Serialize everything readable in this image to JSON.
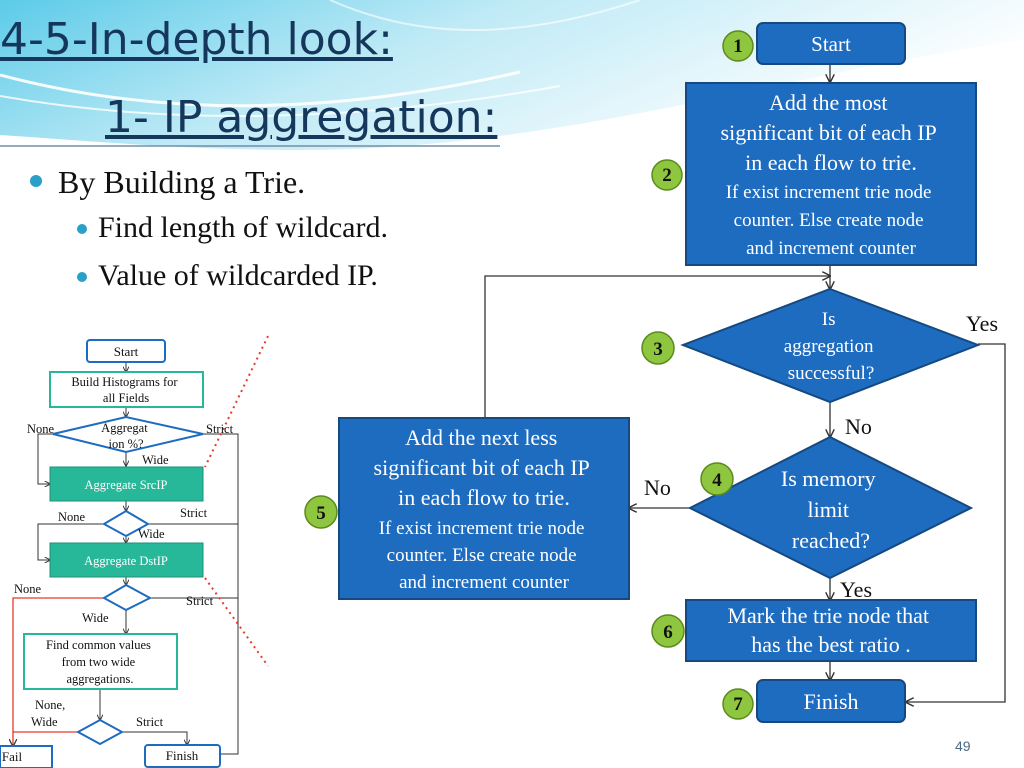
{
  "slide": {
    "title_line1": "4-5-In-depth look:",
    "title_line2": "1- IP aggregation:",
    "bullet_main": "By Building a Trie.",
    "sub_bullets": [
      "Find length of wildcard.",
      "Value of wildcarded IP."
    ],
    "page_number": "49"
  },
  "main_flow": {
    "start": "Start",
    "step2_lines": [
      "Add the most",
      "significant bit of each IP",
      "in each flow to trie."
    ],
    "step2_detail_lines": [
      "If exist increment trie node",
      "counter. Else create node",
      "and increment counter"
    ],
    "decision3_lines": [
      "Is",
      "aggregation",
      "successful?"
    ],
    "decision4_lines": [
      "Is memory",
      "limit",
      "reached?"
    ],
    "step5_lines": [
      "Add the next less",
      "significant bit of each IP",
      "in each flow to trie."
    ],
    "step5_detail_lines": [
      "If exist increment trie node",
      "counter. Else create node",
      "and increment counter"
    ],
    "step6_lines": [
      "Mark the trie node that",
      "has the best ratio ."
    ],
    "finish": "Finish",
    "yes_label": "Yes",
    "no_label": "No",
    "step_numbers": [
      "1",
      "2",
      "3",
      "4",
      "5",
      "6",
      "7"
    ]
  },
  "mini_flow": {
    "start": "Start",
    "build_lines": [
      "Build Histograms for",
      "all Fields"
    ],
    "decision_lines": [
      "Aggregat",
      "ion %?"
    ],
    "aggregate_src": "Aggregate SrcIP",
    "aggregate_dst": "Aggregate DstIP",
    "find_common_lines": [
      "Find common values",
      "from two wide",
      "aggregations."
    ],
    "none_label": "None",
    "strict_label": "Strict",
    "wide_label": "Wide",
    "none_wide_lines": [
      "None,",
      "Wide"
    ],
    "fail": "Fail",
    "finish": "Finish"
  },
  "colors": {
    "box_fill": "#1e6cc0",
    "box_stroke": "#15497f",
    "badge_fill": "#8ec63f",
    "mini_green": "#27b89a",
    "title": "#16375c"
  }
}
